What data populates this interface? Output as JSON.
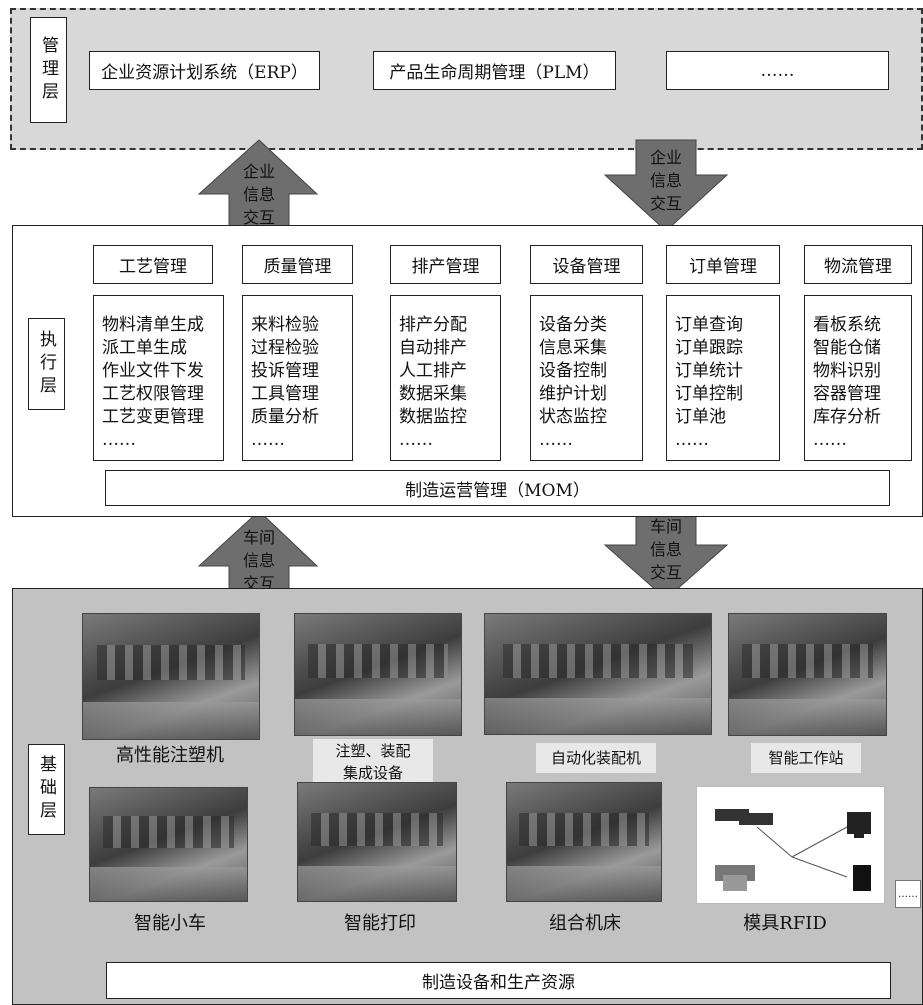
{
  "management": {
    "label": "管理层",
    "items": [
      "企业资源计划系统（ERP）",
      "产品生命周期管理（PLM）",
      "……"
    ]
  },
  "arrows": {
    "enterprise_up": [
      "企业",
      "信息",
      "交互"
    ],
    "enterprise_down": [
      "企业",
      "信息",
      "交互"
    ],
    "workshop_up": [
      "车间",
      "信息",
      "交互"
    ],
    "workshop_down": [
      "车间",
      "信息",
      "交互"
    ]
  },
  "execution": {
    "label": "执行层",
    "modules": [
      {
        "title": "工艺管理",
        "items": [
          "物料清单生成",
          "派工单生成",
          "作业文件下发",
          "工艺权限管理",
          "工艺变更管理",
          "……"
        ]
      },
      {
        "title": "质量管理",
        "items": [
          "来料检验",
          "过程检验",
          "投诉管理",
          "工具管理",
          "质量分析",
          "……"
        ]
      },
      {
        "title": "排产管理",
        "items": [
          "排产分配",
          "自动排产",
          "人工排产",
          "数据采集",
          "数据监控",
          "……"
        ]
      },
      {
        "title": "设备管理",
        "items": [
          "设备分类",
          "信息采集",
          "设备控制",
          "维护计划",
          "状态监控",
          "……"
        ]
      },
      {
        "title": "订单管理",
        "items": [
          "订单查询",
          "订单跟踪",
          "订单统计",
          "订单控制",
          "订单池",
          "……"
        ]
      },
      {
        "title": "物流管理",
        "items": [
          "看板系统",
          "智能仓储",
          "物料识别",
          "容器管理",
          "库存分析",
          "……"
        ]
      }
    ],
    "mom": "制造运营管理（MOM）"
  },
  "base": {
    "label": "基础层",
    "equipment": [
      "高性能注塑机",
      "注塑、装配\n集成设备",
      "自动化装配机",
      "智能工作站",
      "智能小车",
      "智能打印",
      "组合机床",
      "模具RFID"
    ],
    "ellipsis": "……",
    "footer": "制造设备和生产资源"
  },
  "colors": {
    "management_bg": "#d8d8d8",
    "base_bg": "#c2c2c2",
    "arrow": "#6e6e6e"
  }
}
